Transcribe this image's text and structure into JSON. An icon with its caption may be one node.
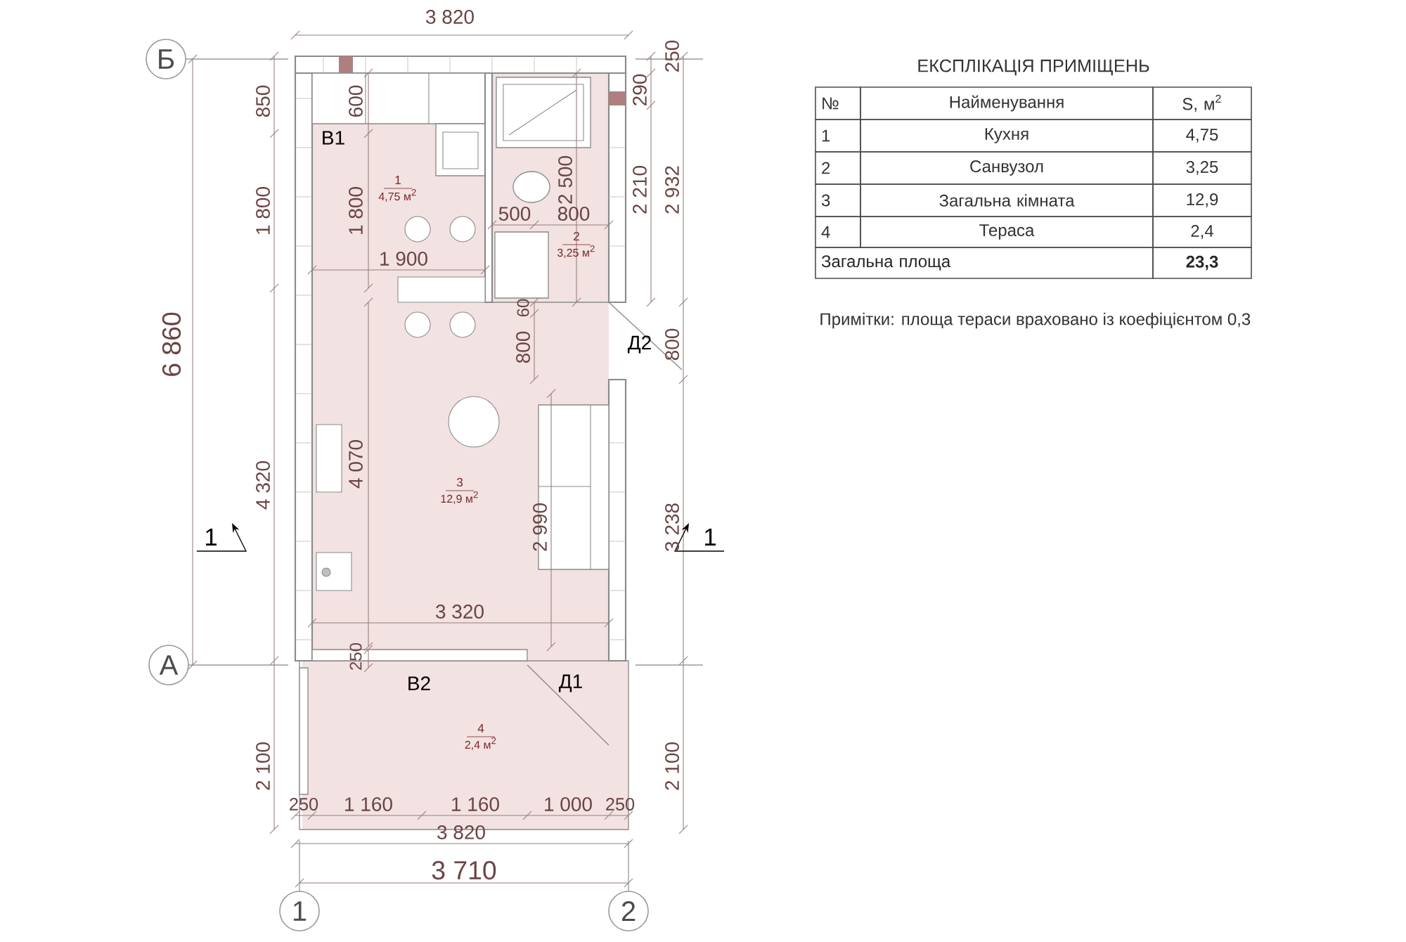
{
  "diagram": {
    "title": "ЕКСПЛІКАЦІЯ ПРИМІЩЕНЬ",
    "nodes": [
      {
        "text": [
          "Б"
        ]
      },
      {
        "text": [
          "А"
        ]
      },
      {
        "text": [
          "1"
        ]
      },
      {
        "text": [
          "2"
        ]
      }
    ],
    "labels": [
      "3 820",
      "850",
      "600",
      "250",
      "290",
      "В1",
      "1 800",
      "1 800",
      "1",
      "4,75 м$^{2}$",
      "2 500",
      "2 210",
      "2 932",
      "500",
      "800",
      "2",
      "3,25 м$^{2}$",
      "1 900",
      "60",
      "800",
      "Д2",
      "800",
      "6 860",
      "4 070",
      "4 320",
      "3",
      "12,9 м$^{2}$",
      "2 990",
      "3 238",
      "1",
      "1",
      "3 320",
      "250",
      "В2",
      "Д1",
      "4",
      "2,4 м$^{2}$",
      "2 100",
      "2 100",
      "250",
      "1 160",
      "1 160",
      "1 000",
      "250",
      "3 820",
      "3 710",
      "№",
      "Найменування",
      "S, м$^{2}$",
      "1",
      "Кухня",
      "4,75",
      "2",
      "Санвузол",
      "3,25",
      "3",
      "Загальна кімната",
      "12,9",
      "4",
      "Тераса",
      "2,4",
      "Загальна площа",
      "23,3",
      "Примітки: площа тераси враховано із коефіцієнтом 0,3"
    ]
  }
}
